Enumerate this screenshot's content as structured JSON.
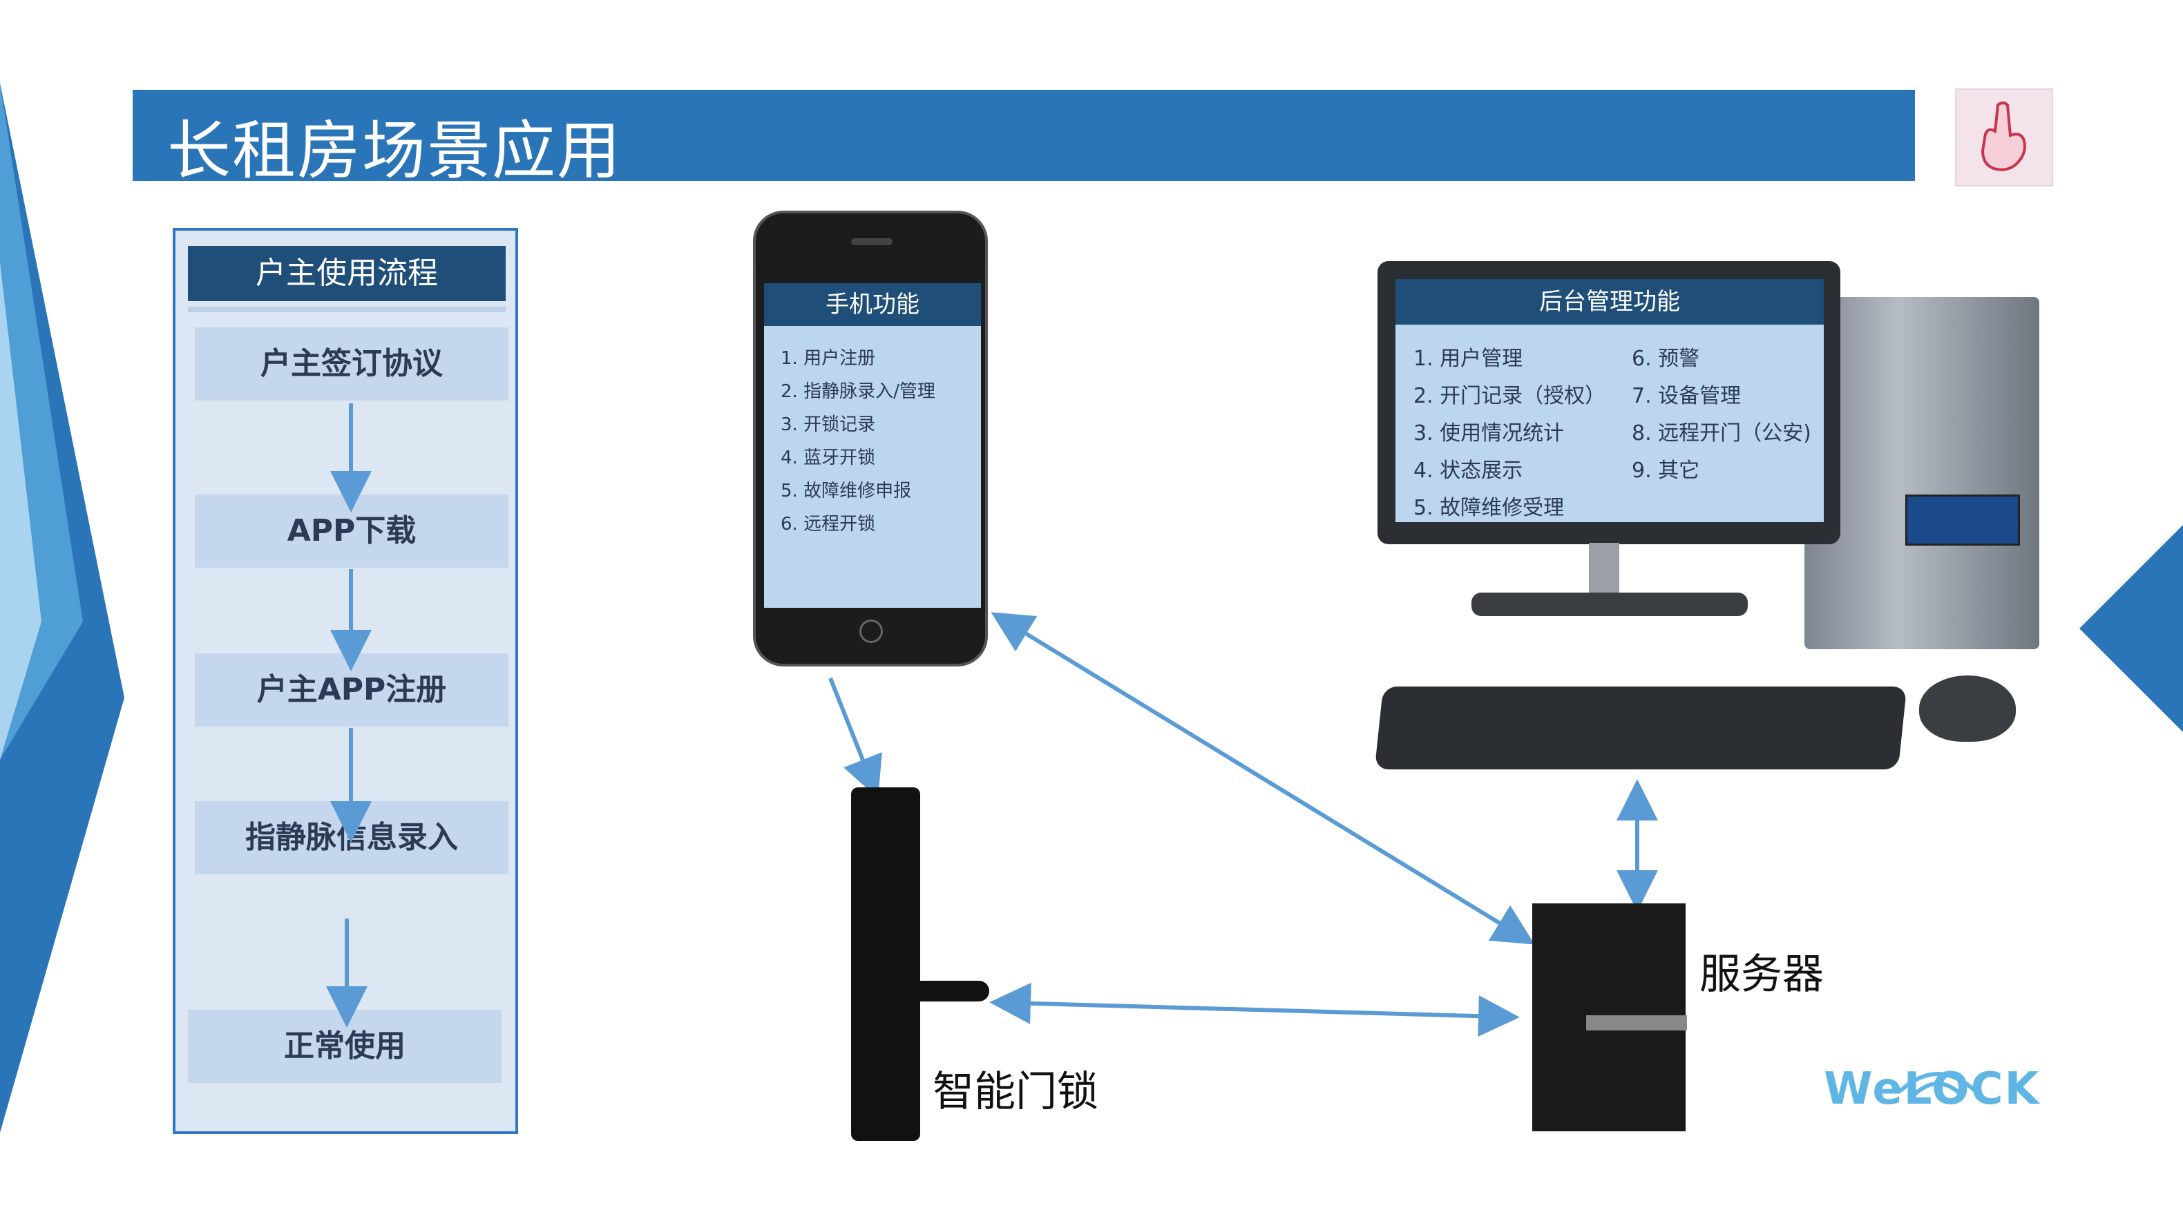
{
  "page": {
    "title": "长租房场景应用"
  },
  "flow": {
    "title": "户主使用流程",
    "steps": [
      "户主签订协议",
      "APP下载",
      "户主APP注册",
      "指静脉信息录入",
      "正常使用"
    ]
  },
  "phone": {
    "title": "手机功能",
    "items": [
      "1.  用户注册",
      "2.  指静脉录入/管理",
      "3.  开锁记录",
      "4.  蓝牙开锁",
      "5.  故障维修申报",
      "6.  远程开锁"
    ]
  },
  "backend": {
    "title": "后台管理功能",
    "items_left": [
      "1.  用户管理",
      "2.  开门记录（授权）",
      "3.  使用情况统计",
      "4.  状态展示",
      "5.  故障维修受理"
    ],
    "items_right": [
      "6.  预警",
      "7.  设备管理",
      "8.  远程开门（公安)",
      "9.  其它"
    ]
  },
  "labels": {
    "lock": "智能门锁",
    "server": "服务器"
  },
  "logo": {
    "text": "WeLOCK"
  },
  "colors": {
    "accent": "#2a74b8",
    "dark_header": "#1f4e79",
    "arrow": "#5b9bd5",
    "panel": "#dde7f3"
  }
}
